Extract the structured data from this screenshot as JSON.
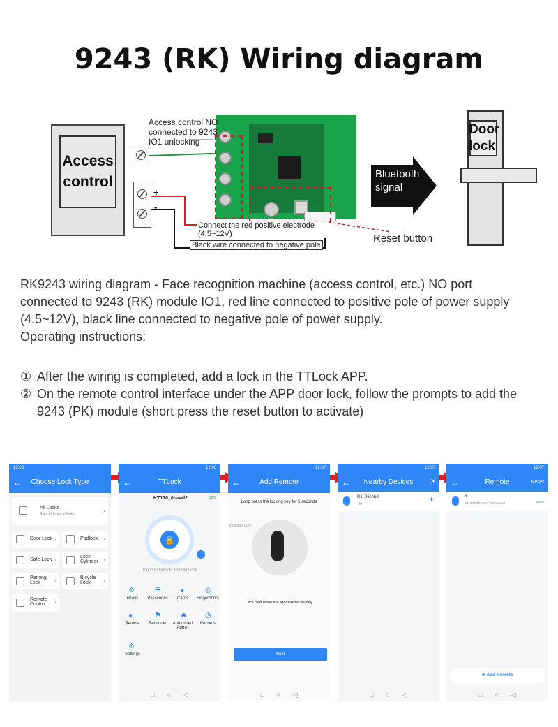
{
  "title": "9243 (RK) Wiring diagram",
  "diagram": {
    "access_control": "Access control",
    "door_lock": "Door lock",
    "no_label": [
      "Access control NO",
      "connected to 9243",
      "IO1 unlocking"
    ],
    "bluetooth": [
      "Bluetooth",
      "signal"
    ],
    "red_wire": "Connect the red positive electrode (4.5~12V)",
    "black_wire": "Black wire connected to negative pole",
    "reset_button": "Reset button",
    "plus": "+",
    "minus": "-",
    "colors": {
      "pcb": "#19a34a",
      "red_wire": "#d32222",
      "green_wire": "#1c9b3c",
      "arrow": "#111111"
    }
  },
  "description": [
    "RK9243 wiring diagram - Face recognition machine (access control, etc.) NO port",
    "connected to 9243 (RK) module IO1, red line connected to positive pole of power supply",
    "(4.5~12V), black line connected to negative pole of power supply.",
    "Operating instructions:"
  ],
  "steps": [
    {
      "num": "①",
      "text": "After the wiring is completed, add a lock in the TTLock APP."
    },
    {
      "num": "②",
      "text": "On the remote control interface under the APP door lock, follow the prompts to add the 9243 (PK) module (short press the reset button to activate)"
    }
  ],
  "phones": {
    "p1": {
      "time": "12:03",
      "title": "Choose Lock Type",
      "all_locks": "All Locks",
      "all_locks_sub": "Scan all types of locks",
      "items": [
        "Door Lock",
        "Padlock",
        "Safe Lock",
        "Lock Cylinder",
        "Parking Lock",
        "Bicycle Lock",
        "Remote Control"
      ]
    },
    "p2": {
      "time": "12:06",
      "title": "TTLock",
      "lock_name": "KT170_0ba4d2",
      "battery": "92%",
      "hint": "Touch to Unlock, Hold to Lock",
      "icons": [
        "eKeys",
        "Passcodes",
        "Cards",
        "Fingerprints",
        "Remote",
        "Reminder",
        "Authorized Admin",
        "Records",
        "Settings"
      ]
    },
    "p3": {
      "time": "12:07",
      "title": "Add Remote",
      "instruction": "Long press the locking key for 5 seconds",
      "indicator": "Indicator Light",
      "flash_hint": "Click next when the light flashes quickly",
      "next": "Next"
    },
    "p4": {
      "time": "12:07",
      "title": "Nearby Devices",
      "device": "R1_96cebd",
      "rssi": "-29",
      "plus": "+"
    },
    "p5": {
      "time": "12:07",
      "title": "Remote",
      "reset": "Reset",
      "entry_name": "3",
      "entry_date": "2024.08.18 12:07 Permanent",
      "entry_battery": "100%",
      "add_button": "Add Remote"
    }
  }
}
